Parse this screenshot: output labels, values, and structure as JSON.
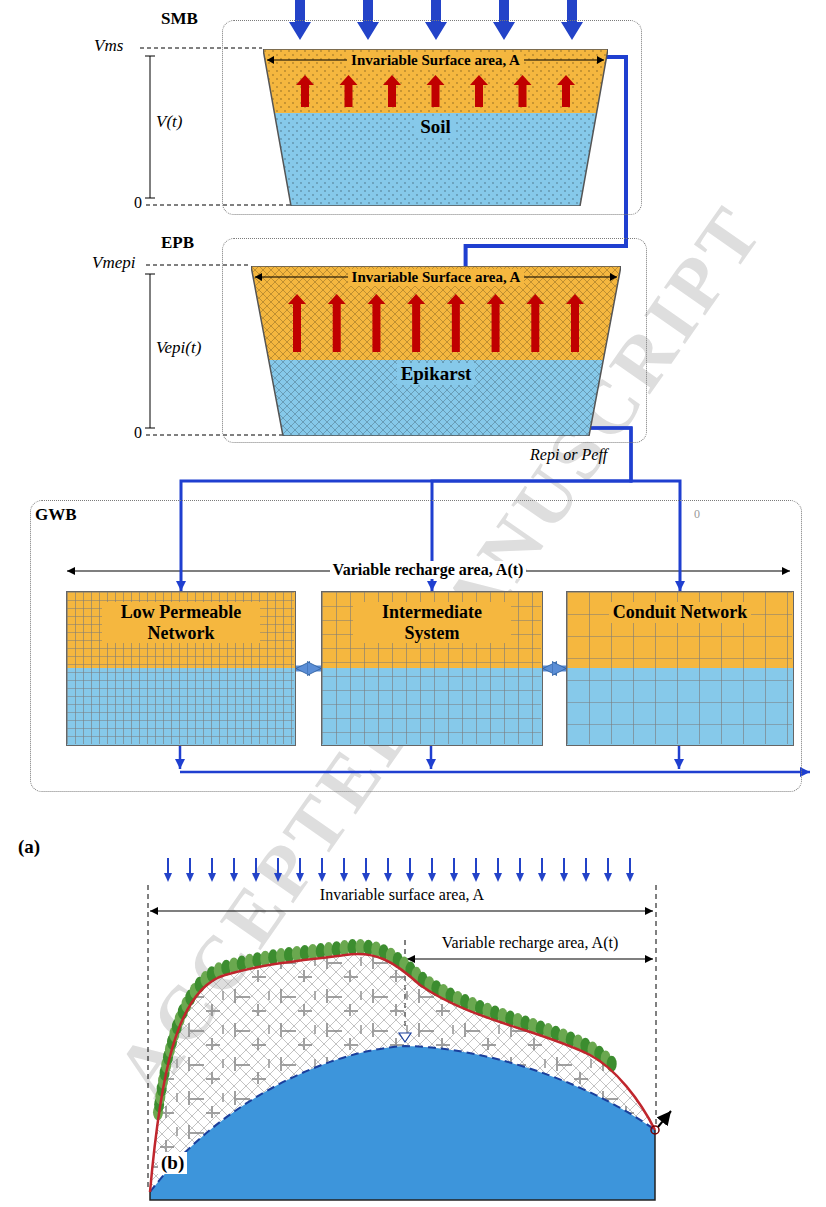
{
  "diagram": {
    "nodes": [
      {
        "text": [
          "SMB"
        ]
      },
      {
        "text": [
          "Invariable Surface area, A",
          "Soil"
        ],
        "in": 0
      },
      {
        "text": [
          "EPB"
        ]
      },
      {
        "text": [
          "Invariable Surface area, A",
          "Epikarst"
        ],
        "in": 2
      },
      {
        "text": [
          "GWB"
        ]
      },
      {
        "text": [
          "Low Permeable Network"
        ],
        "in": 4
      },
      {
        "text": [
          "Intermediate System"
        ],
        "in": 4
      },
      {
        "text": [
          "Conduit Network"
        ],
        "in": 4
      }
    ],
    "edges": [
      {
        "from": 1,
        "to": 3,
        "arrow": "none"
      },
      {
        "from": 3,
        "to": 5,
        "arrow": "to"
      },
      {
        "from": 3,
        "to": 6,
        "arrow": "to"
      },
      {
        "from": 3,
        "to": 7,
        "arrow": "to"
      },
      {
        "from": 5,
        "to": 6,
        "arrow": "both"
      },
      {
        "from": 6,
        "to": 7,
        "arrow": "both"
      }
    ],
    "labels": [
      "Vms",
      "V(t)",
      "0",
      "Vmepi",
      "Vepi(t)",
      "0",
      "Repi or Peff",
      "Variable recharge area, A(t)",
      "0",
      "(a)",
      "Invariable surface area, A",
      "Variable recharge area, A(t)",
      "(b)",
      "ACCEPTED MANUSCRIPT"
    ]
  }
}
